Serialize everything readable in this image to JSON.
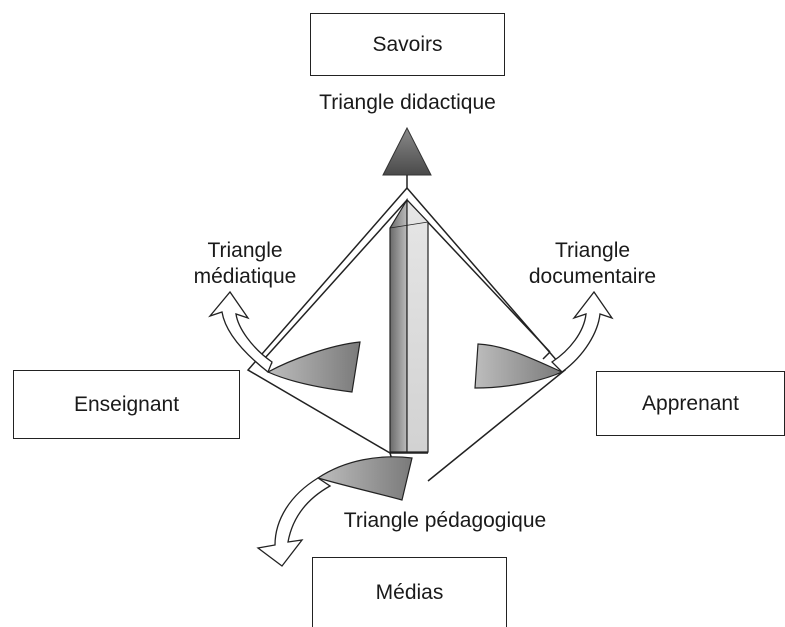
{
  "boxes": {
    "savoirs": "Savoirs",
    "enseignant": "Enseignant",
    "apprenant": "Apprenant",
    "medias": "Médias"
  },
  "labels": {
    "didactique": "Triangle didactique",
    "mediatique_line1": "Triangle",
    "mediatique_line2": "médiatique",
    "documentaire_line1": "Triangle",
    "documentaire_line2": "documentaire",
    "pedagogique": "Triangle pédagogique"
  },
  "colors": {
    "ink": "#222222",
    "shade": "#9a9a9a",
    "shade_light": "#cfcfcf",
    "shade_dark": "#6f6f6f"
  }
}
